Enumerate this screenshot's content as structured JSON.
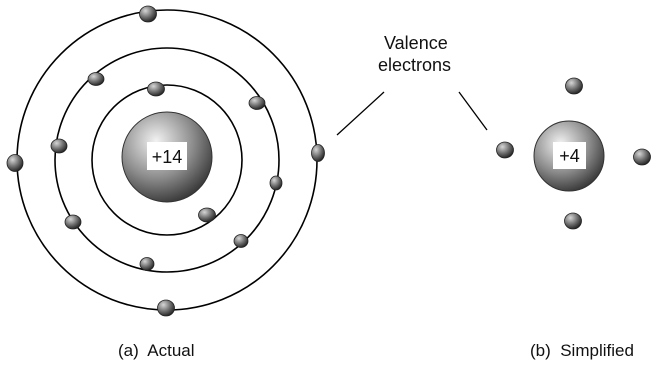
{
  "diagram": {
    "callout_line1": "Valence",
    "callout_line2": "electrons",
    "actual": {
      "nucleus_charge": "+14",
      "caption": "(a)  Actual"
    },
    "simplified": {
      "nucleus_charge": "+4",
      "caption": "(b)  Simplified"
    }
  }
}
